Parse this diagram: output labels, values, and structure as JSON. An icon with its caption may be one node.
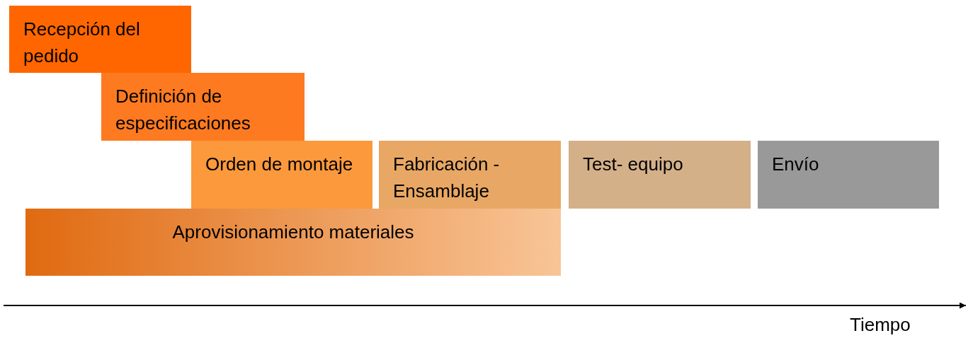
{
  "diagram": {
    "nodes": [
      {
        "text": [
          "Recepción del pedido"
        ]
      },
      {
        "text": [
          "Definición de especificaciones"
        ]
      },
      {
        "text": [
          "Orden de montaje"
        ]
      },
      {
        "text": [
          "Fabricación - Ensamblaje"
        ]
      },
      {
        "text": [
          "Test- equipo"
        ]
      },
      {
        "text": [
          "Envío"
        ]
      },
      {
        "text": [
          "Aprovisionamiento materiales"
        ]
      }
    ],
    "labels": [
      "Tiempo"
    ]
  }
}
